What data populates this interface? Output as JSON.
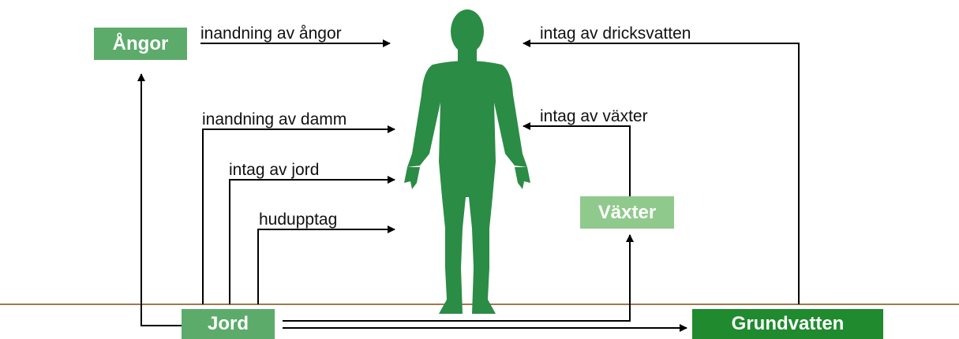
{
  "colors": {
    "body": "#2b8c45",
    "box_medium": "#5cab6a",
    "box_light": "#8fca8c",
    "box_dark": "#1f8a2e",
    "ground": "#a07850",
    "arrow": "#000000"
  },
  "boxes": {
    "angor": "Ångor",
    "vaxter": "Växter",
    "jord": "Jord",
    "grundvatten": "Grundvatten"
  },
  "labels": {
    "inandning_angor": "inandning av ångor",
    "inandning_damm": "inandning av damm",
    "intag_jord": "intag av jord",
    "hudupptag": "hudupptag",
    "intag_dricksvatten": "intag av dricksvatten",
    "intag_vaxter": "intag av växter"
  }
}
